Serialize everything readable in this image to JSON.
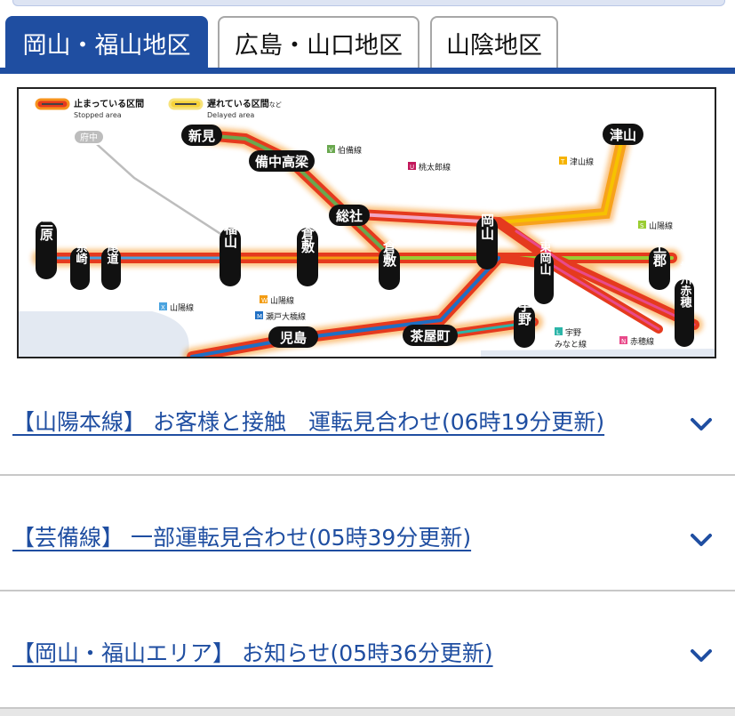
{
  "tabs": [
    {
      "label": "岡山・福山地区",
      "active": true
    },
    {
      "label": "広島・山口地区",
      "active": false
    },
    {
      "label": "山陰地区",
      "active": false
    }
  ],
  "legend": {
    "stopped_jp": "止まっている区間",
    "stopped_en": "Stopped area",
    "delayed_jp": "遅れている区間",
    "delayed_suffix": "など",
    "delayed_en": "Delayed area"
  },
  "stations": {
    "fuchu": "府中",
    "niimi": "新見",
    "bitchu_takahashi": "備中高梁",
    "soja": "総社",
    "tsuyama": "津山",
    "mihara": "三原",
    "itozaki": "糸崎",
    "onomichi": "尾道",
    "fukuyama": "福山",
    "shin_kurashiki": "新倉敷",
    "kurashiki": "倉敷",
    "okayama": "岡山",
    "higashi_okayama": "東岡山",
    "kamigori": "上郡",
    "banshu_ako": "播州赤穂",
    "kojima": "児島",
    "chayamachi": "茶屋町",
    "uno": "宇野"
  },
  "lines": {
    "hakubi": {
      "letter": "V",
      "name": "伯備線",
      "color": "#6aa84f"
    },
    "momotaro": {
      "letter": "U",
      "name": "桃太郎線",
      "color": "#c2185b"
    },
    "tsuyama": {
      "letter": "T",
      "name": "津山線",
      "color": "#f6b300"
    },
    "sanyo_s": {
      "letter": "S",
      "name": "山陽線",
      "color": "#9acd32"
    },
    "sanyo_x": {
      "letter": "X",
      "name": "山陽線",
      "color": "#4aa3df"
    },
    "sanyo_w": {
      "letter": "W",
      "name": "山陽線",
      "color": "#f39c12"
    },
    "seto_ohashi": {
      "letter": "M",
      "name": "瀬戸大橋線",
      "color": "#1f6fc4"
    },
    "uno_minato": {
      "letter": "L",
      "name": "宇野",
      "name2": "みなと線",
      "color": "#2bb5a8"
    },
    "ako": {
      "letter": "N",
      "name": "赤穂線",
      "color": "#e84a8a"
    }
  },
  "notices": [
    {
      "title": "【山陽本線】 お客様と接触　運転見合わせ(06時19分更新)"
    },
    {
      "title": "【芸備線】 一部運転見合わせ(05時39分更新)"
    },
    {
      "title": "【岡山・福山エリア】 お知らせ(05時36分更新)"
    }
  ],
  "colors": {
    "brand_blue": "#1f4ea1",
    "stopped_red": "#e53a1e",
    "glow_orange": "#f7931e"
  }
}
